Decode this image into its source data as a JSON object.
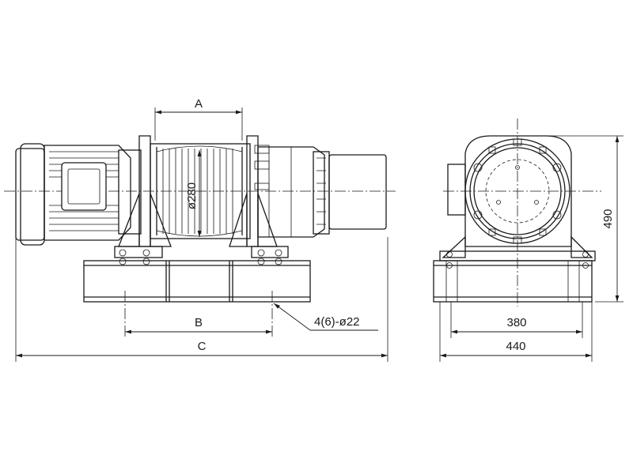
{
  "labels": {
    "dim_a": "A",
    "dim_b": "B",
    "dim_c": "C",
    "drum_diameter": "ø280",
    "holes": "4(6)-ø22",
    "width_inner": "380",
    "width_outer": "440",
    "height": "490"
  },
  "colors": {
    "line": "#1a1a1a",
    "background": "#ffffff"
  }
}
